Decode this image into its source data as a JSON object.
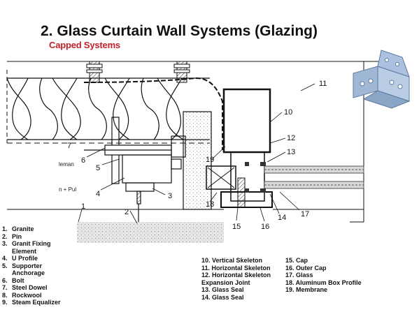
{
  "title": "2. Glass Curtain Wall Systems (Glazing)",
  "subtitle": "Capped Systems",
  "callouts": [
    "11",
    "10",
    "12",
    "13",
    "19",
    "7",
    "6",
    "5",
    "4",
    "3",
    "2",
    "1",
    "18",
    "15",
    "16",
    "14",
    "17"
  ],
  "cut_labels": [
    "leman",
    "n + Pul"
  ],
  "legend_a": [
    {
      "num": "1.",
      "text": "Granite"
    },
    {
      "num": "2.",
      "text": "Pin"
    },
    {
      "num": "3.",
      "text": "Granit Fixing"
    },
    {
      "num": "",
      "text": "Element"
    },
    {
      "num": "4.",
      "text": "U Profile"
    },
    {
      "num": "5.",
      "text": "Supporter"
    },
    {
      "num": "",
      "text": "Anchorage"
    },
    {
      "num": "6.",
      "text": "Bolt"
    },
    {
      "num": "7.",
      "text": "Steel Dowel"
    },
    {
      "num": "8.",
      "text": "Rockwool"
    },
    {
      "num": "9.",
      "text": "Steam Equalizer"
    }
  ],
  "legend_b": [
    "10. Vertical Skeleton",
    "11. Horizontal Skeleton",
    "12. Horizontal Skeleton",
    "Expansion Joint",
    "13. Glass Seal",
    "14. Glass Seal"
  ],
  "legend_c": [
    "15. Cap",
    "16. Outer Cap",
    "17. Glass",
    "18. Aluminum Box Profile",
    "19. Membrane"
  ],
  "colors": {
    "subtitle": "#c0202a",
    "bracket": "#9fb8d6",
    "bracket_edge": "#5d7aa0",
    "granite": "#e6e6e6",
    "glass": "#d8d8d8"
  }
}
